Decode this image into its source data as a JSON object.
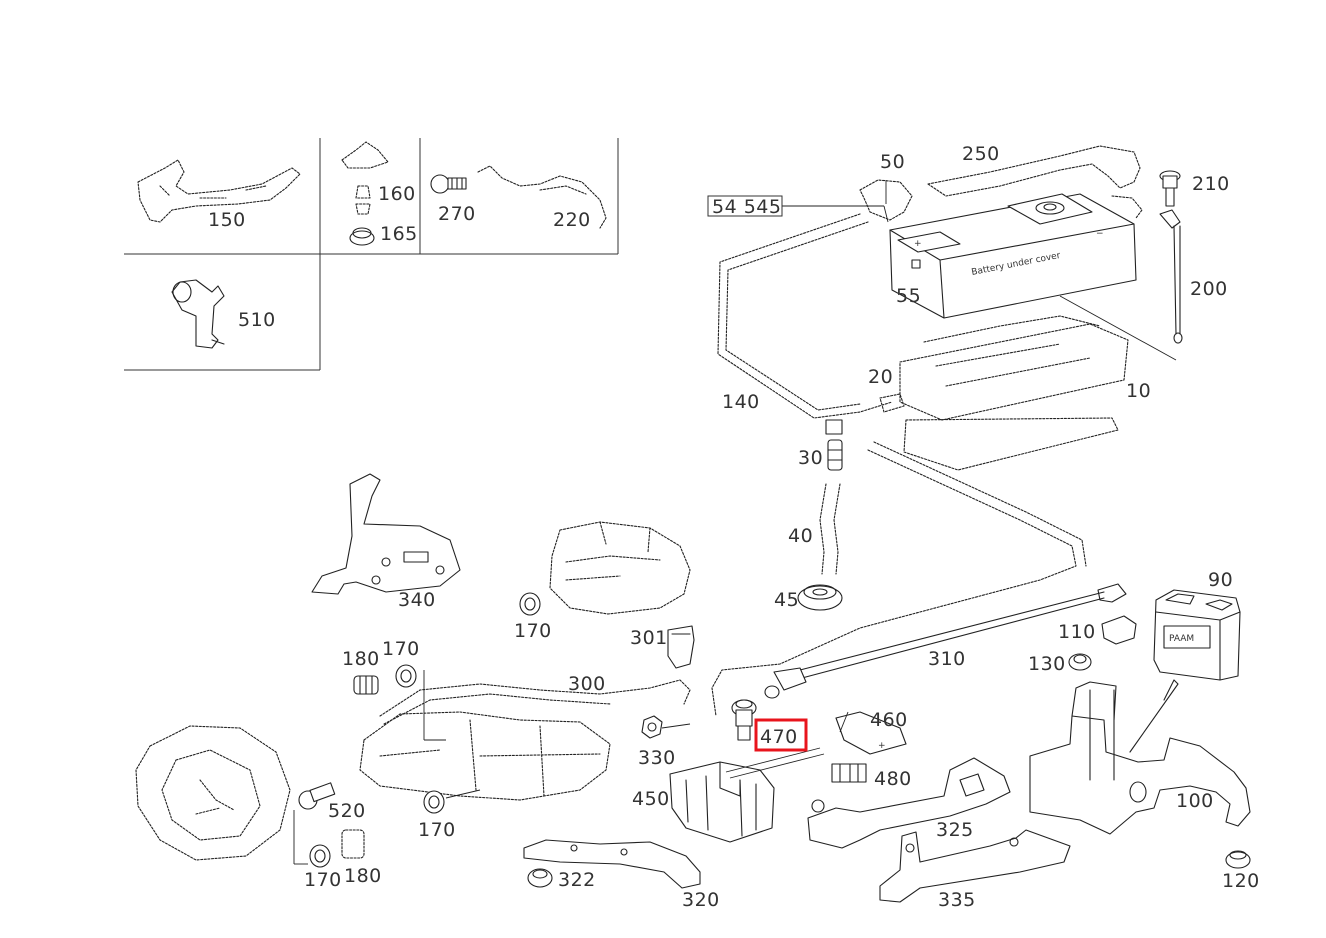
{
  "diagram": {
    "ref_box": "54 545",
    "highlight_color": "#e8141c",
    "highlighted_part": "470",
    "battery_cover_text": "Battery under cover",
    "aux_battery_text": "PAAM",
    "labels": {
      "p10": "10",
      "p20": "20",
      "p30": "30",
      "p40": "40",
      "p45": "45",
      "p50": "50",
      "p55": "55",
      "p90": "90",
      "p100": "100",
      "p110": "110",
      "p120": "120",
      "p130": "130",
      "p140": "140",
      "p150": "150",
      "p160": "160",
      "p165": "165",
      "p170a": "170",
      "p170b": "170",
      "p170c": "170",
      "p170d": "170",
      "p180a": "180",
      "p180b": "180",
      "p200": "200",
      "p210": "210",
      "p220": "220",
      "p250": "250",
      "p270": "270",
      "p300": "300",
      "p301": "301",
      "p310": "310",
      "p320": "320",
      "p322": "322",
      "p325": "325",
      "p330": "330",
      "p335": "335",
      "p340": "340",
      "p450": "450",
      "p460": "460",
      "p470": "470",
      "p480": "480",
      "p510": "510",
      "p520": "520"
    }
  }
}
